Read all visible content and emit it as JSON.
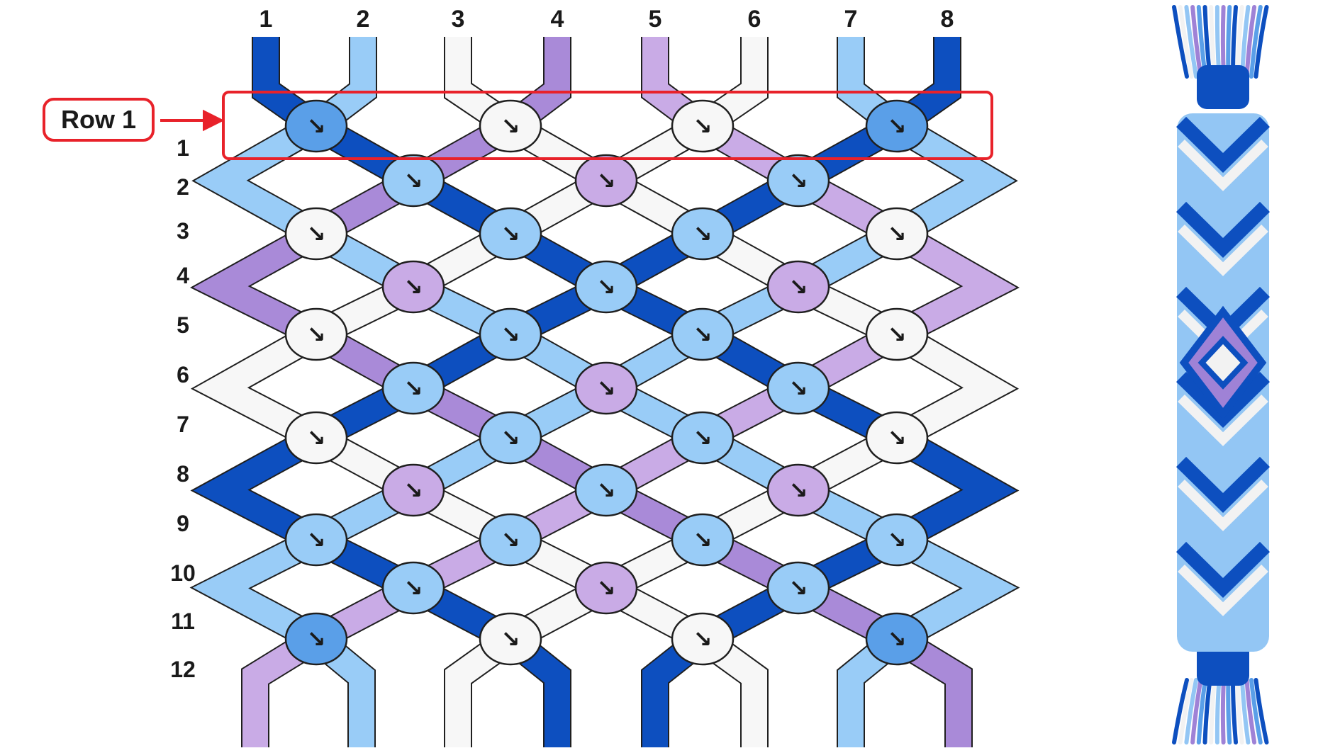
{
  "pattern": {
    "column_numbers": [
      "1",
      "2",
      "3",
      "4",
      "5",
      "6",
      "7",
      "8"
    ],
    "row_numbers": [
      "1",
      "2",
      "3",
      "4",
      "5",
      "6",
      "7",
      "8",
      "9",
      "10",
      "11",
      "12"
    ],
    "row_callout": "Row 1",
    "colors": {
      "dark_blue": "#0d4fbf",
      "medium_blue": "#5a9fe8",
      "light_blue": "#99ccf7",
      "white": "#f7f7f7",
      "purple": "#a98ad8",
      "light_purple": "#c9abe6",
      "callout_red": "#e8222a",
      "outline": "#1f1f1f"
    },
    "start_strand_colors": [
      "dark_blue",
      "light_blue",
      "white",
      "purple",
      "light_purple",
      "white",
      "light_blue",
      "dark_blue"
    ],
    "knot_rows": [
      [
        "medium_blue",
        "white",
        "white",
        "medium_blue"
      ],
      [
        "light_blue",
        "light_purple",
        "light_blue"
      ],
      [
        "white",
        "light_blue",
        "light_blue",
        "white"
      ],
      [
        "light_purple",
        "light_blue",
        "light_purple"
      ],
      [
        "white",
        "light_blue",
        "light_blue",
        "white"
      ],
      [
        "light_blue",
        "light_purple",
        "light_blue"
      ],
      [
        "white",
        "light_blue",
        "light_blue",
        "white"
      ],
      [
        "light_purple",
        "light_blue",
        "light_purple"
      ],
      [
        "light_blue",
        "light_blue",
        "light_blue",
        "light_blue"
      ],
      [
        "light_blue",
        "light_purple",
        "light_blue"
      ],
      [
        "medium_blue",
        "white",
        "white",
        "medium_blue"
      ]
    ],
    "knot_symbol": "↘"
  },
  "bracelet": {
    "colors": [
      "#0d4fbf",
      "#f2f2f2",
      "#93c6f4",
      "#9f82d6",
      "#5a9fe8"
    ]
  }
}
